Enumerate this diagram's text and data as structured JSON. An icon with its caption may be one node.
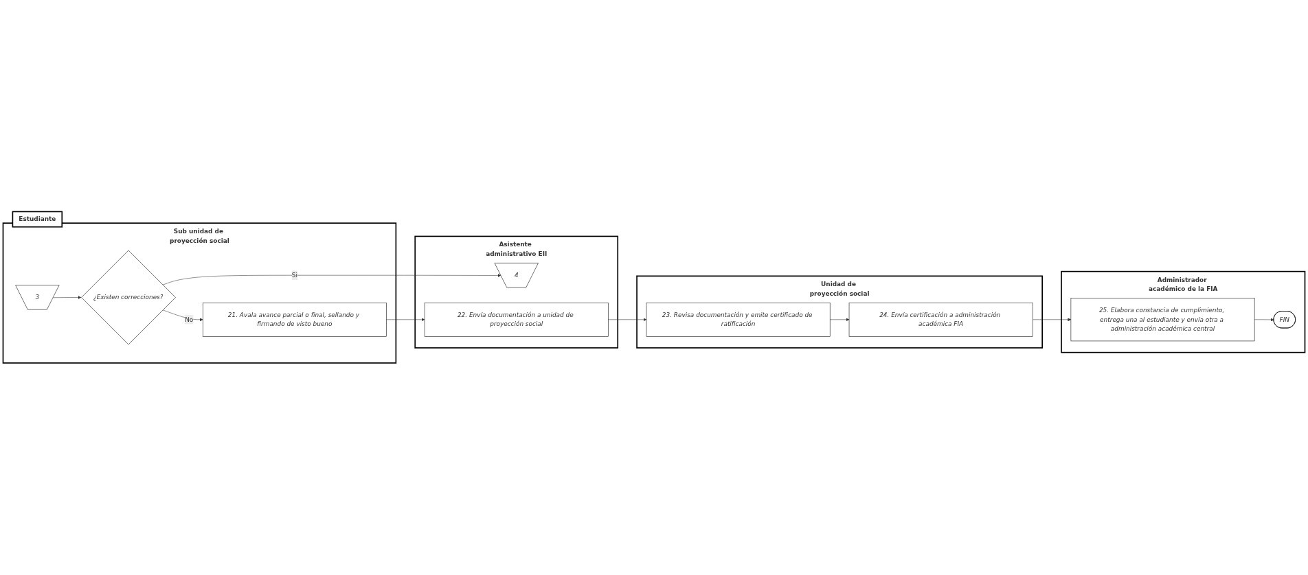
{
  "diagram": {
    "nodes": [
      {
        "text": [
          "Sub unidad de proyección social"
        ]
      },
      {
        "text": [
          "3"
        ],
        "in": 0
      },
      {
        "text": [
          "¿Existen correcciones?"
        ],
        "in": 0
      },
      {
        "text": [
          "21. Avala avance parcial o final, sellando y firmando de visto bueno"
        ],
        "in": 0
      },
      {
        "text": [
          "Asistente administrativo EII"
        ]
      },
      {
        "text": [
          "4"
        ],
        "in": 4
      },
      {
        "text": [
          "22. Envía documentación a unidad de proyección social"
        ],
        "in": 4
      },
      {
        "text": [
          "Estudiante"
        ]
      },
      {
        "text": [
          "Unidad de proyección social"
        ]
      },
      {
        "text": [
          "23. Revisa documentación y emite certificado de ratificación"
        ],
        "in": 8
      },
      {
        "text": [
          "24. Envía certificación a administración académica FIA"
        ],
        "in": 8
      },
      {
        "text": [
          "Administrador académico de la FIA"
        ]
      },
      {
        "text": [
          "25. Elabora constancia de cumplimiento, entrega una al estudiante y envía otra a administración académica central"
        ],
        "in": 11
      },
      {
        "text": [
          "FIN"
        ],
        "in": 11
      }
    ],
    "edges": [
      {
        "from": 1,
        "to": 2,
        "arrow": "to"
      },
      {
        "from": 2,
        "to": 5,
        "arrow": "to",
        "label": "Si"
      },
      {
        "from": 2,
        "to": 3,
        "arrow": "to",
        "label": "No"
      },
      {
        "from": 3,
        "to": 6,
        "arrow": "to"
      },
      {
        "from": 6,
        "to": 9,
        "arrow": "to"
      },
      {
        "from": 9,
        "to": 10,
        "arrow": "to"
      },
      {
        "from": 10,
        "to": 12,
        "arrow": "to"
      },
      {
        "from": 12,
        "to": 13,
        "arrow": "to"
      }
    ]
  }
}
